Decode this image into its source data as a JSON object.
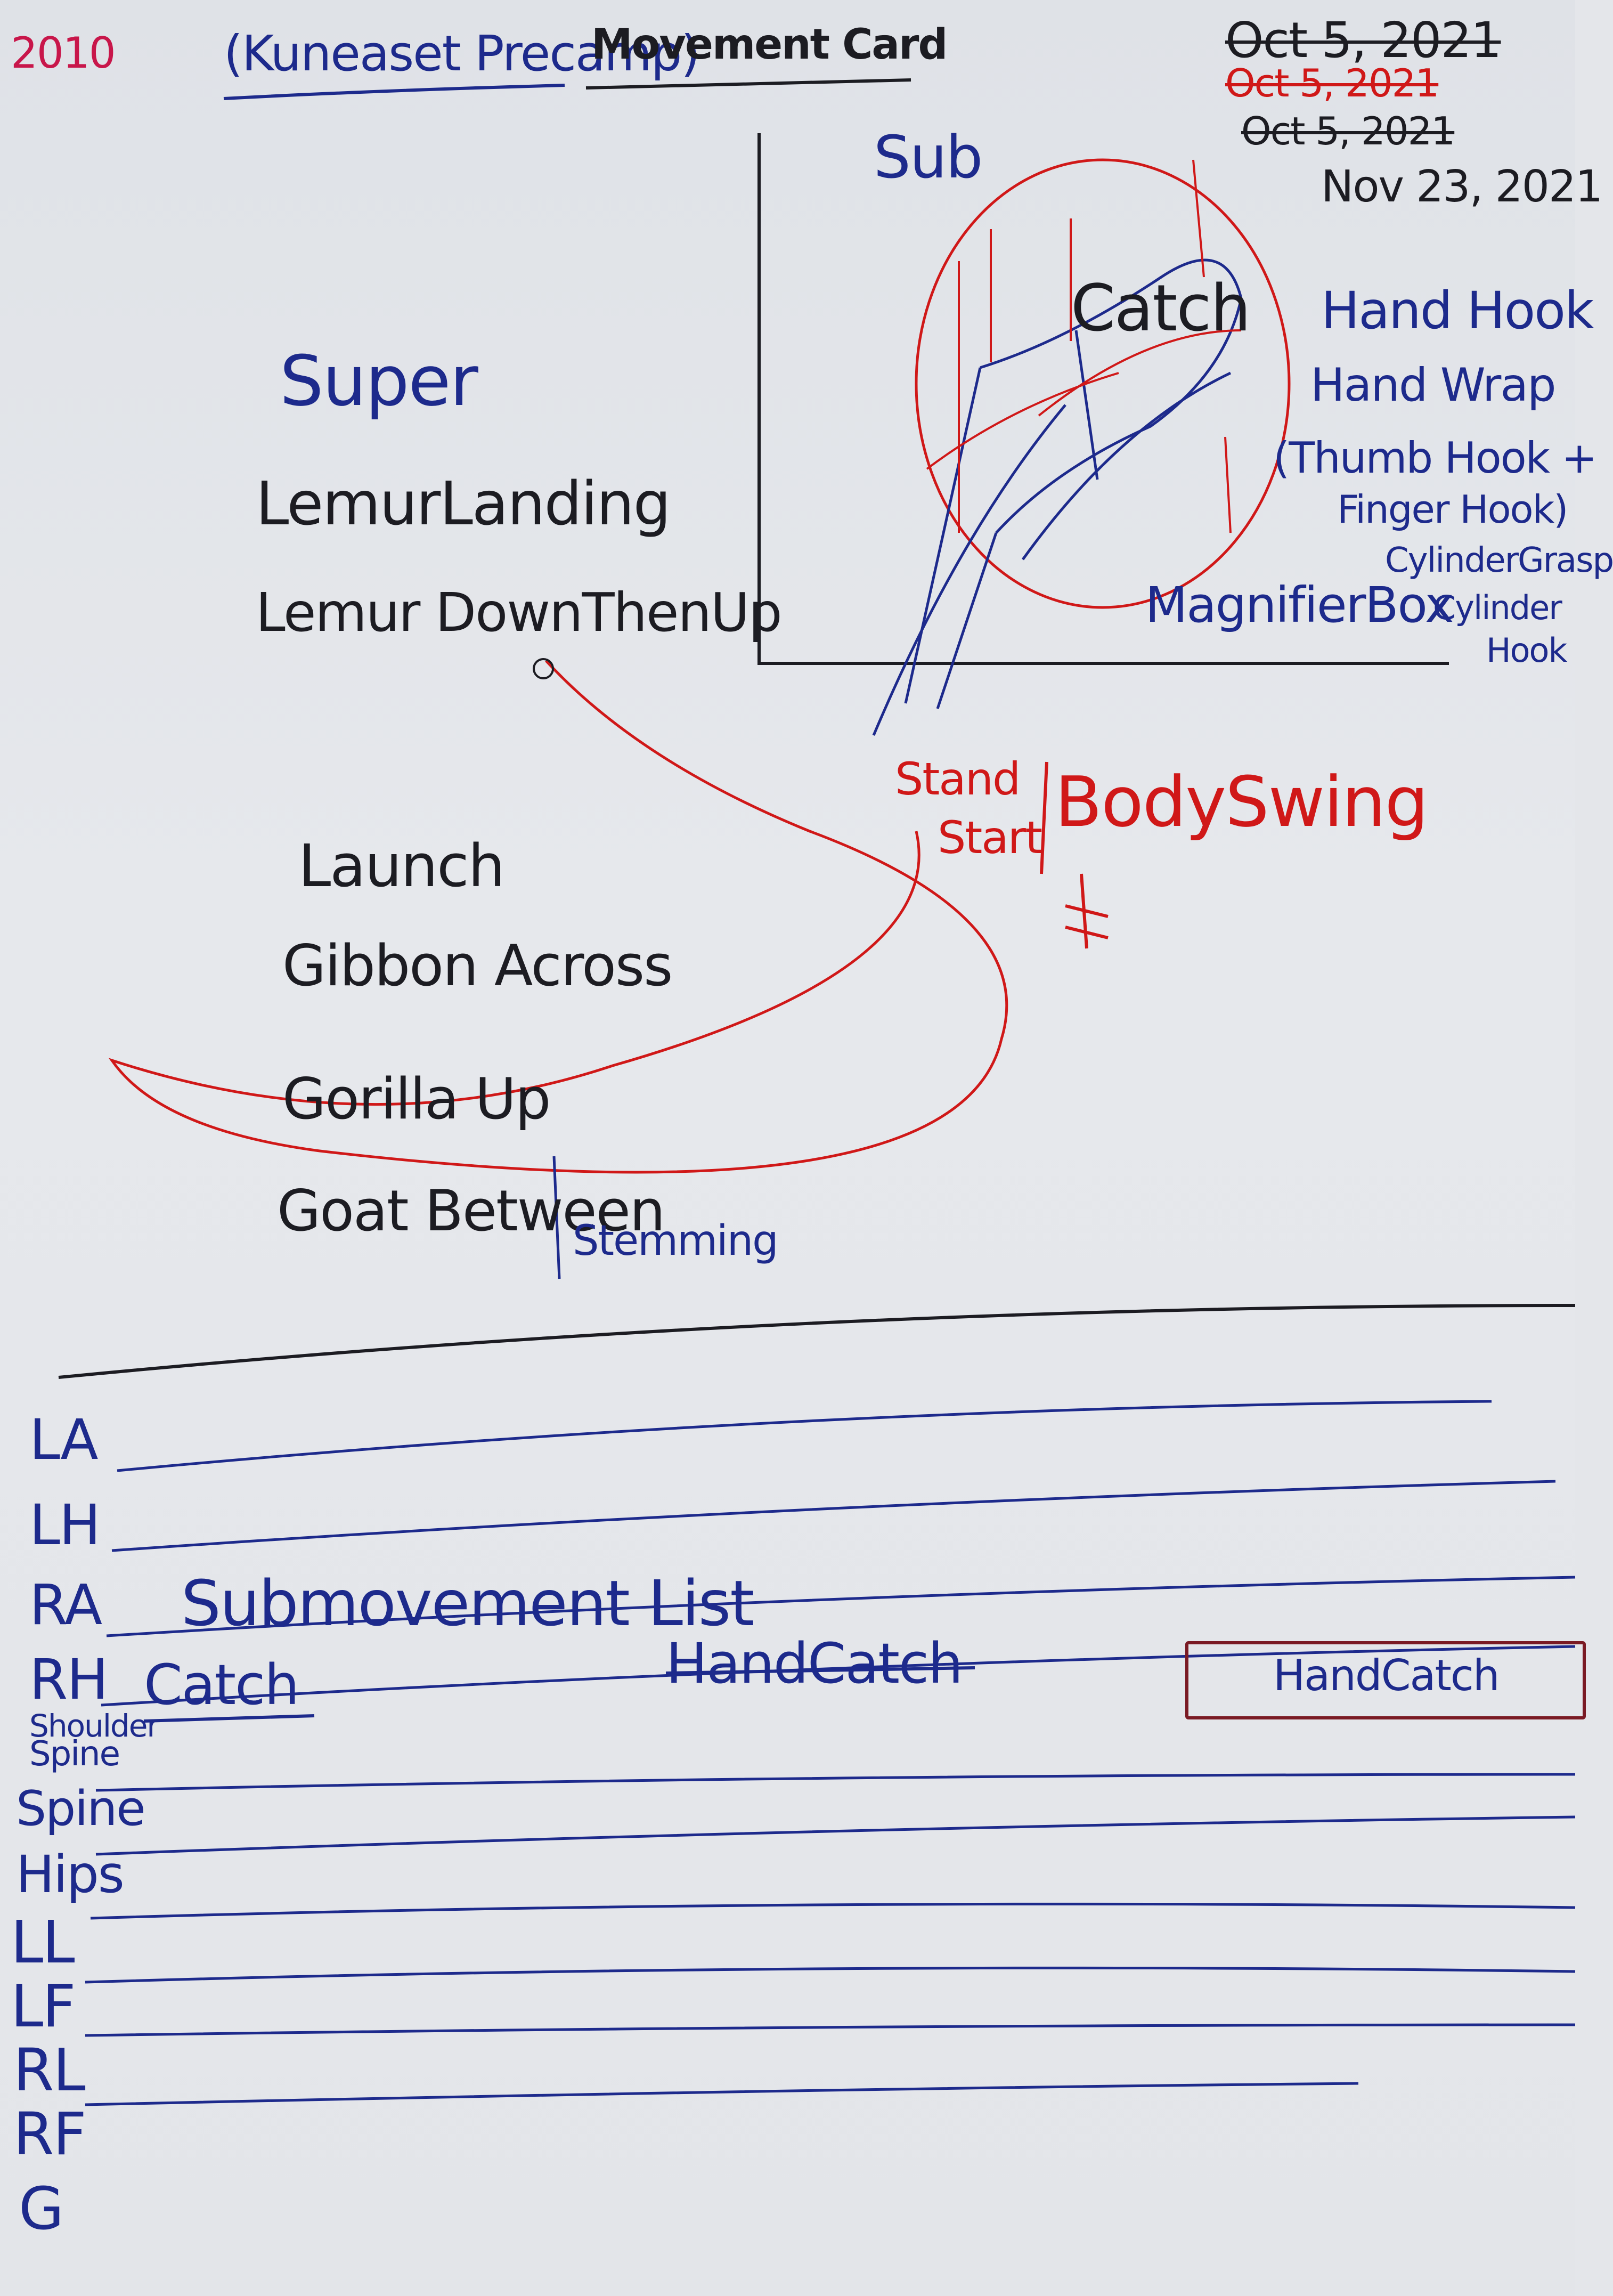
{
  "header": {
    "year": "2010",
    "project": "(Kuneaset Precamp)",
    "title": "Movement Card",
    "dates": [
      "Oct 5, 2021",
      "Oct 5, 2021",
      "Oct 5, 2021",
      "Nov 23, 2021"
    ]
  },
  "movements": {
    "super": "Super",
    "lemur_landing": "LemurLanding",
    "lemur_down_then_up": "Lemur DownThenUp",
    "launch": "Launch",
    "gibbon_across": "Gibbon Across",
    "gorilla_up": "Gorilla Up",
    "goat_between": "Goat Between",
    "stemming": "Stemming"
  },
  "chart": {
    "sub_label": "Sub",
    "catch_label": "Catch"
  },
  "grips": {
    "hand_hook": "Hand Hook",
    "hand_wrap": "Hand Wrap",
    "thumb_hook": "(Thumb Hook +",
    "finger_hook": "Finger Hook)",
    "cylinder_grasp": "CylinderGrasp",
    "magnifier_box": "MagnifierBox",
    "cylinder_hook_1": "Cylinder",
    "cylinder_hook_2": "Hook"
  },
  "swing": {
    "stand": "Stand",
    "start": "Start",
    "body_swing": "BodySwing"
  },
  "body_parts": [
    "LA",
    "LH",
    "RA",
    "RH",
    "Shoulder",
    "Spine",
    "Spine",
    "Hips",
    "LL",
    "LF",
    "RL",
    "RF",
    "G"
  ],
  "submovement": {
    "list_label": "Submovement List",
    "catch_crossed": "Catch",
    "hand_catch_crossed": "HandCatch",
    "hand_catch_boxed": "HandCatch"
  },
  "colors": {
    "paper": "#e4e6ea",
    "black_ink": "#1c1c22",
    "blue_ink": "#1d2a8c",
    "red_ink": "#d01818",
    "pink_ink": "#c8164a"
  }
}
